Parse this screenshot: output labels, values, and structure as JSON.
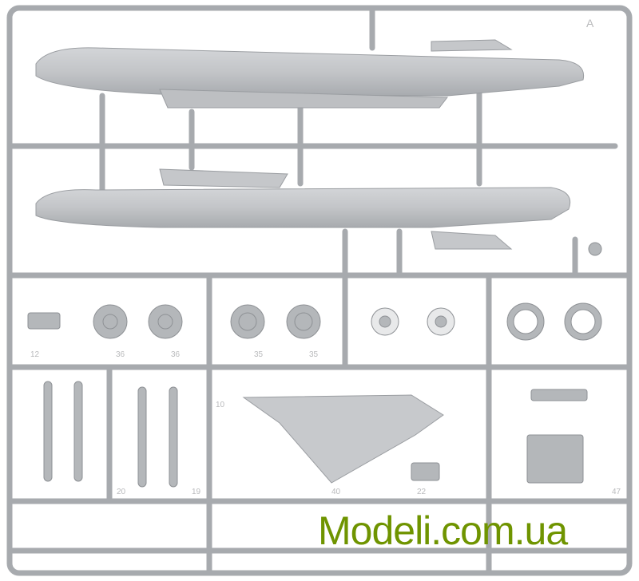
{
  "watermark": "Modeli.com.ua",
  "sprue_letter": "A",
  "part_numbers": [
    "12",
    "36",
    "36",
    "35",
    "35",
    "40",
    "22",
    "47",
    "10",
    "19",
    "20"
  ],
  "colors": {
    "plastic": "#a9acb0",
    "plastic_light": "#c4c6c9",
    "watermark": "#6f9400"
  }
}
